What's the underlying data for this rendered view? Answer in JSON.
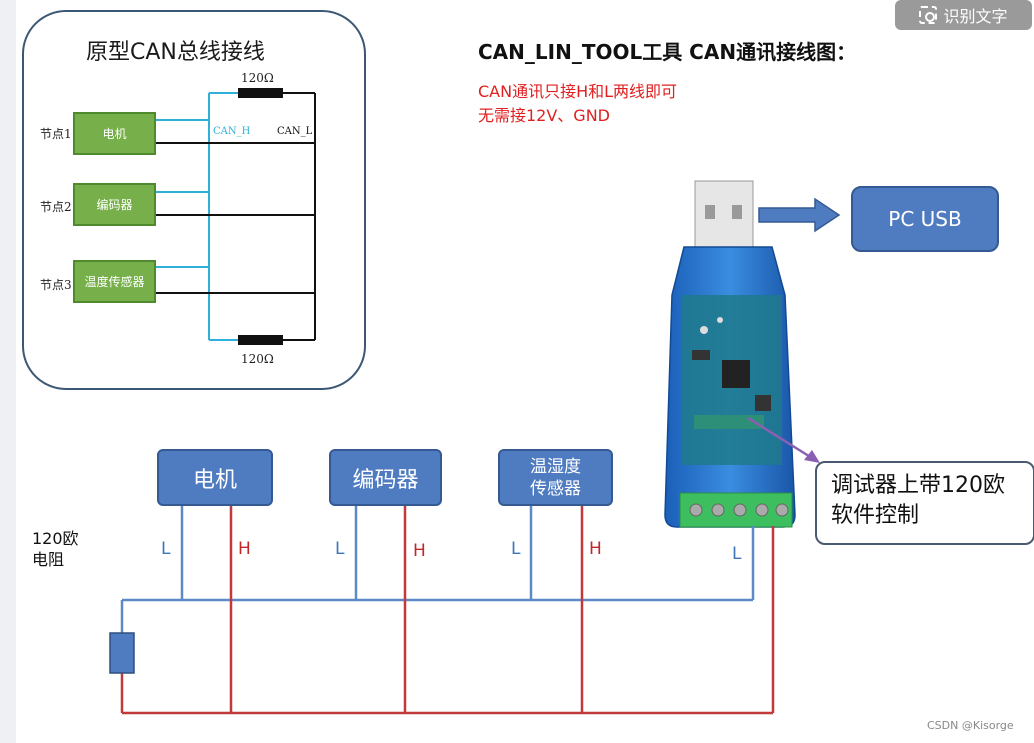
{
  "ocr_button": {
    "label": "识别文字"
  },
  "topology": {
    "title": "原型CAN总线接线",
    "resistor_top": "120Ω",
    "resistor_bottom": "120Ω",
    "can_h": "CAN_H",
    "can_l": "CAN_L",
    "nodes": [
      {
        "label": "节点1",
        "device": "电机"
      },
      {
        "label": "节点2",
        "device": "编码器"
      },
      {
        "label": "节点3",
        "device": "温度传感器"
      }
    ]
  },
  "header": {
    "title": "CAN_LIN_TOOL工具 CAN通讯接线图：",
    "note_line1": "CAN通讯只接H和L两线即可",
    "note_line2": "无需接12V、GND"
  },
  "pc_usb": {
    "label": "PC USB"
  },
  "callout": {
    "line1": "调试器上带120欧",
    "line2": "软件控制"
  },
  "bus": {
    "devices": [
      {
        "line1": "电机",
        "line2": ""
      },
      {
        "line1": "编码器",
        "line2": ""
      },
      {
        "line1": "温湿度",
        "line2": "传感器"
      }
    ],
    "l_label": "L",
    "h_label": "H",
    "resistor_note_line1": "120欧",
    "resistor_note_line2": "电阻"
  },
  "watermark": "CSDN @Kisorge",
  "colors": {
    "l_wire": "#5b8ac6",
    "h_wire": "#c0393b",
    "device_box": "#4f7cc1",
    "node_green": "#77b04a",
    "can_h_wire": "#2fb0d8",
    "note_red": "#e02020"
  }
}
